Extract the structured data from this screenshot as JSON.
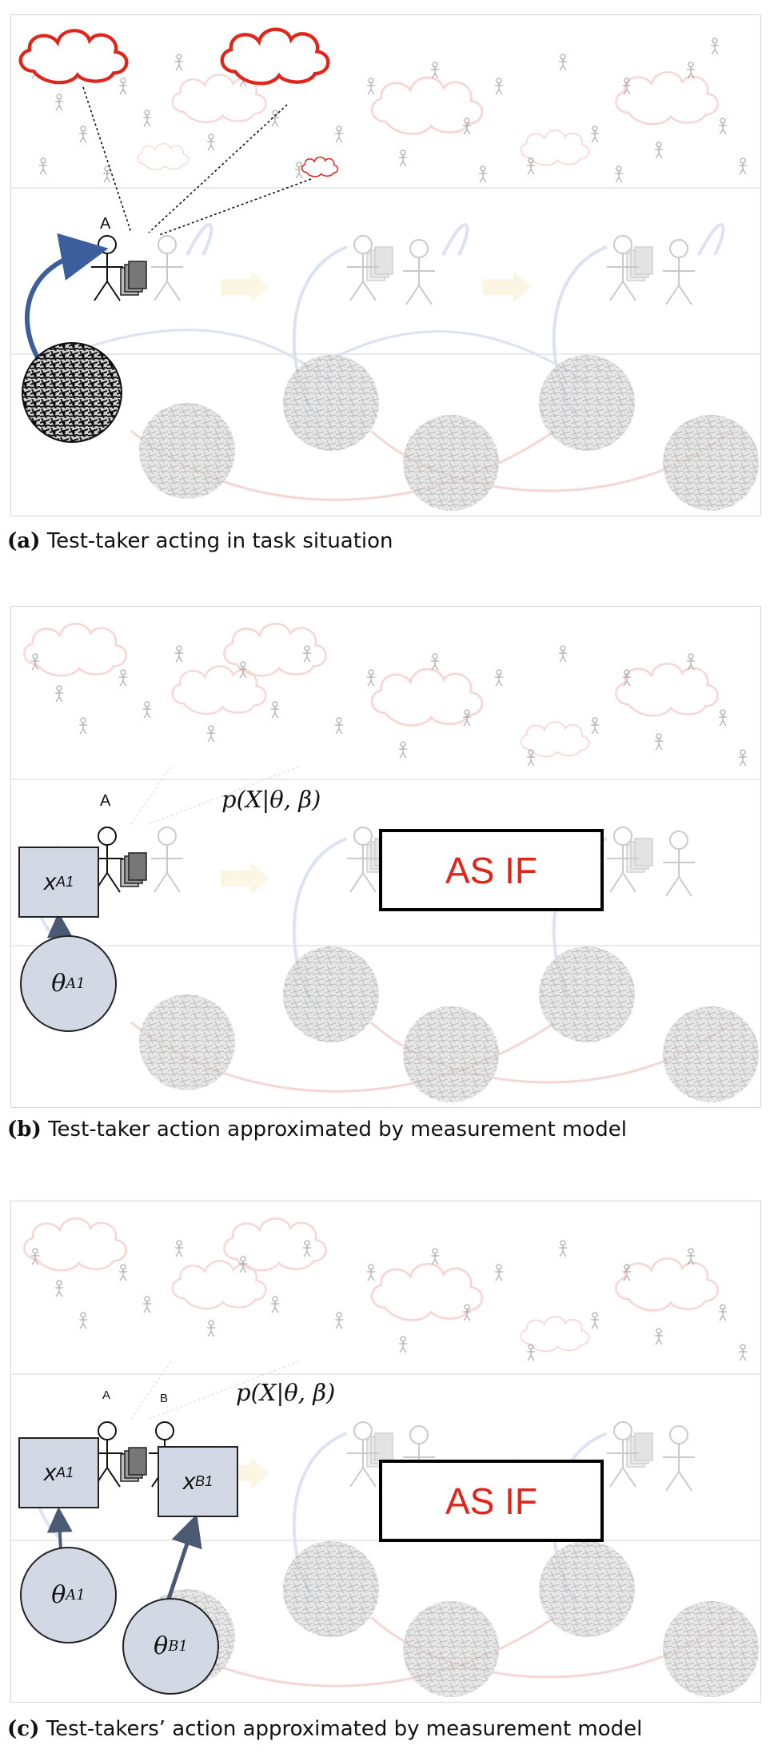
{
  "panels": {
    "a": {
      "label_person": "A",
      "caption_letter": "(a)",
      "caption_text": "Test-taker acting in task situation"
    },
    "b": {
      "label_person": "A",
      "formula": "p(X|θ, β)",
      "asif": "AS IF",
      "x_label": "x",
      "x_sub": "A1",
      "theta_label": "θ",
      "theta_sub": "A1",
      "caption_letter": "(b)",
      "caption_text": "Test-taker action approximated by measurement model"
    },
    "c": {
      "label_person_a": "A",
      "label_person_b": "B",
      "formula": "p(X|θ, β)",
      "asif": "AS IF",
      "xa_label": "x",
      "xa_sub": "A1",
      "xb_label": "x",
      "xb_sub": "B1",
      "theta_a_label": "θ",
      "theta_a_sub": "A1",
      "theta_b_label": "θ",
      "theta_b_sub": "B1",
      "caption_letter": "(c)",
      "caption_text": "Test-takers’ action approximated by measurement model"
    }
  },
  "colors": {
    "cloud_red": "#e0261b",
    "arrow_blue": "#3d5e9c",
    "node_fill": "#d3d9e4",
    "asif_red": "#e0261b"
  }
}
